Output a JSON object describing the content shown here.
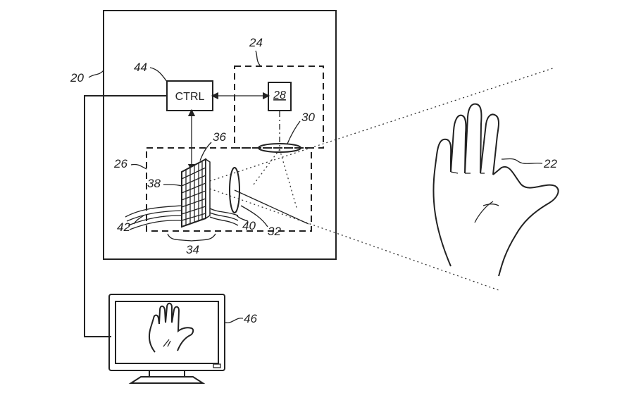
{
  "controller": {
    "label": "CTRL"
  },
  "refs": {
    "system": "20",
    "hand": "22",
    "sensor_unit": "24",
    "projector_unit": "26",
    "detector": "28",
    "lens_30": "30",
    "lens_32": "32",
    "array_34": "34",
    "grating_36": "36",
    "emitters_38": "38",
    "fibers_40": "40",
    "fibers_42": "42",
    "controller": "44",
    "display": "46"
  }
}
